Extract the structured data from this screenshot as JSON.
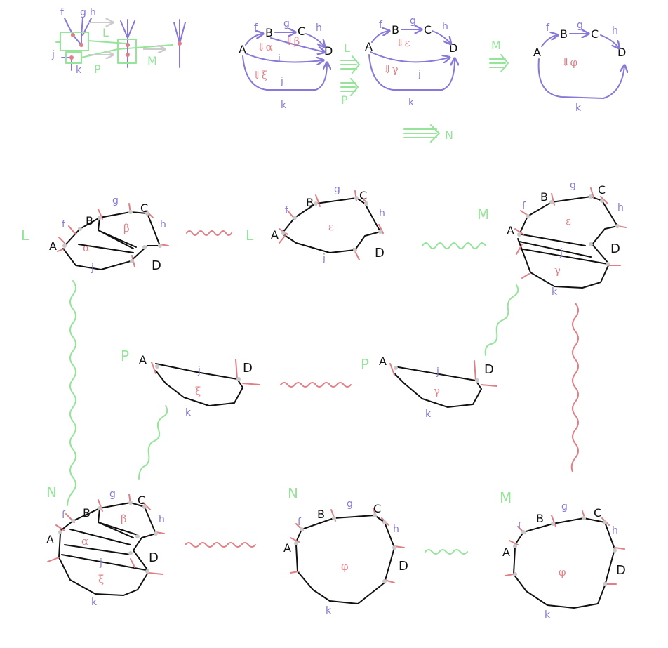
{
  "objects": {
    "A": "A",
    "B": "B",
    "C": "C",
    "D": "D"
  },
  "morphisms": {
    "f": "f",
    "g": "g",
    "h": "h",
    "i": "i",
    "j": "j",
    "k": "k"
  },
  "two_cells": {
    "alpha": "α",
    "beta": "β",
    "epsilon": "ε",
    "gamma": "γ",
    "xi": "ξ",
    "phi": "φ",
    "alpha_arrow": "⇓α",
    "beta_arrow": "⇓β",
    "epsilon_arrow": "⇓ε",
    "gamma_arrow": "⇓γ",
    "xi_arrow": "⇓ξ",
    "phi_arrow": "⇓φ"
  },
  "rewrites": {
    "L": "L",
    "M": "M",
    "N": "N",
    "P": "P"
  },
  "colors": {
    "green": "#96e39a",
    "purple": "#8878d8",
    "red": "#e07f86",
    "black": "#111111",
    "gray": "#cccccc"
  }
}
